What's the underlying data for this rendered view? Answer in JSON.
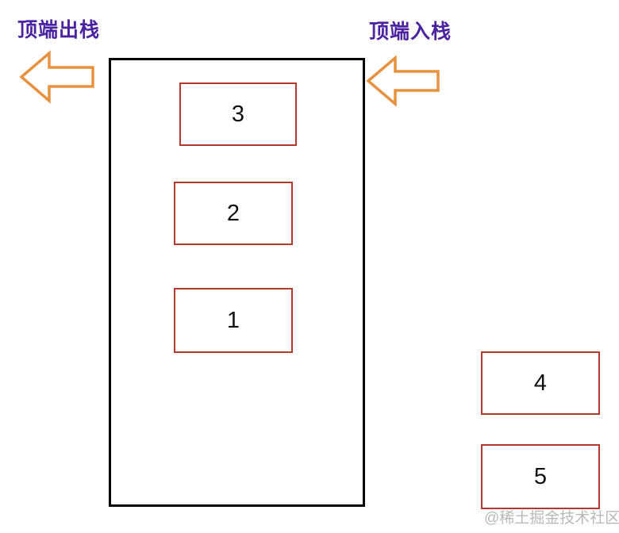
{
  "diagram": {
    "pop_label": "顶端出栈",
    "push_label": "顶端入栈",
    "stack_boxes": [
      {
        "value": "3"
      },
      {
        "value": "2"
      },
      {
        "value": "1"
      }
    ],
    "outside_boxes": [
      {
        "value": "4"
      },
      {
        "value": "5"
      }
    ],
    "watermark": "@稀土掘金技术社区",
    "colors": {
      "label_purple": "#4b23a0",
      "box_border_red": "#b03a2e",
      "arrow_orange": "#e8913f",
      "container_border_black": "#000000",
      "watermark_gray": "#b9b9b9"
    }
  }
}
